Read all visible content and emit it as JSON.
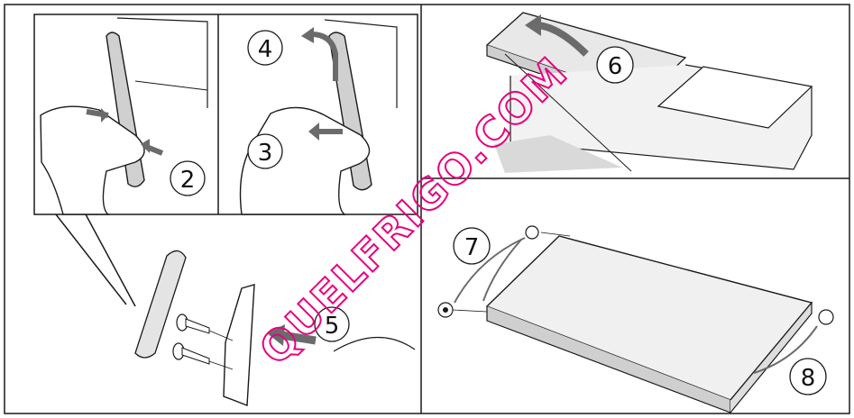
{
  "steps": {
    "s2": "2",
    "s3": "3",
    "s4": "4",
    "s5": "5",
    "s6": "6",
    "s7": "7",
    "s8": "8"
  },
  "watermark": "QUELFRIGO.COM",
  "colors": {
    "line": "#1a1a1a",
    "arrow": "#6b6b6b",
    "shade": "#d9d9d9",
    "watermark": "#e6007e"
  }
}
